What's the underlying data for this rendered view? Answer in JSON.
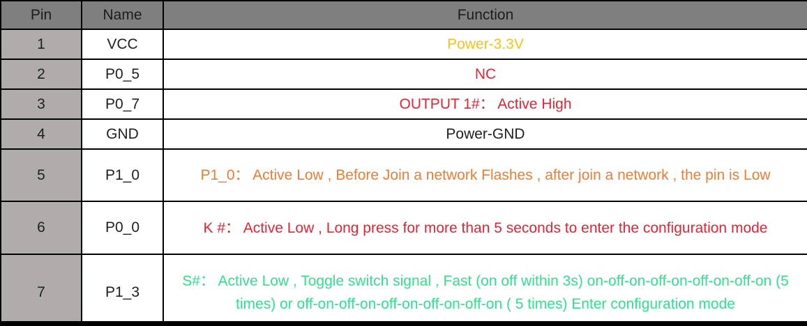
{
  "table": {
    "headers": {
      "pin": "Pin",
      "name": "Name",
      "function": "Function"
    },
    "rows": [
      {
        "pin": "1",
        "name": "VCC",
        "function": "Power-3.3V",
        "function_color": "#fcc016"
      },
      {
        "pin": "2",
        "name": "P0_5",
        "function": "NC",
        "function_color": "#e82334"
      },
      {
        "pin": "3",
        "name": "P0_7",
        "function": "OUTPUT 1#：  Active High",
        "function_color": "#e82334"
      },
      {
        "pin": "4",
        "name": "GND",
        "function": "Power-GND",
        "function_color": "#1f1f1f"
      },
      {
        "pin": "5",
        "name": "P1_0",
        "function": "P1_0：  Active Low , Before Join a network Flashes , after join a network , the pin is Low",
        "function_color": "#ed7d31"
      },
      {
        "pin": "6",
        "name": "P0_0",
        "function": "K #：  Active Low , Long press for more than 5 seconds to enter the configuration mode",
        "function_color": "#e82334"
      },
      {
        "pin": "7",
        "name": "P1_3",
        "function": "S#：  Active Low , Toggle switch signal , Fast (on off within 3s) on-off-on-off-on-off-on-off-on (5 times) or off-on-off-on-off-on-off-on-off-on ( 5 times) Enter configuration mode",
        "function_color": "#2ee38c"
      }
    ]
  },
  "colors": {
    "header_bg": "#7f7f7f",
    "pin_column_bg": "#b0acac",
    "border": "#000000",
    "gold": "#fcc016",
    "red": "#e82334",
    "orange": "#ed7d31",
    "green": "#2ee38c",
    "black_text": "#1f1f1f"
  }
}
